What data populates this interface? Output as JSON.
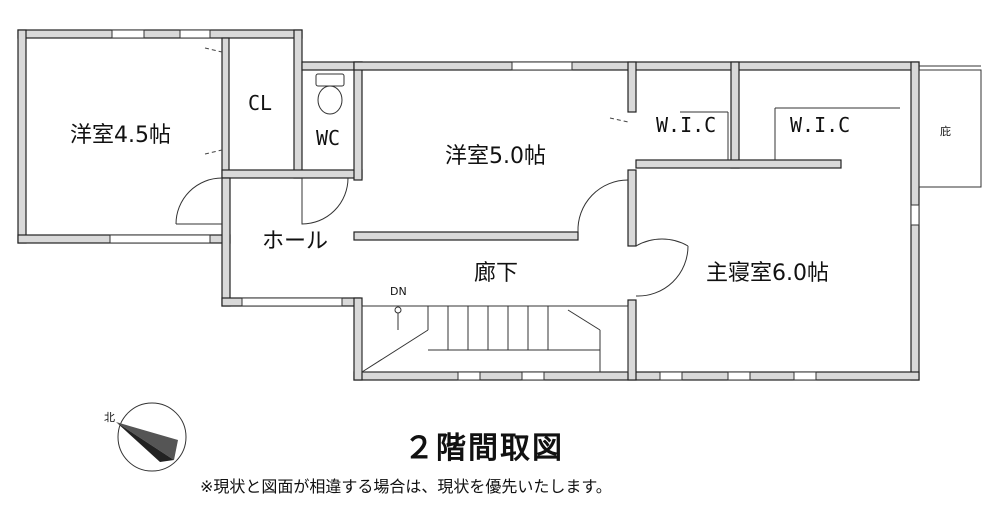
{
  "rooms": {
    "western_room_a": "洋室4.5帖",
    "closet": "CL",
    "toilet": "WC",
    "western_room_b": "洋室5.0帖",
    "wic_left": "W.I.C",
    "wic_right": "W.I.C",
    "eaves": "庇",
    "hall": "ホール",
    "corridor": "廊下",
    "master_bedroom": "主寝室6.0帖"
  },
  "stair": {
    "down_label": "DN"
  },
  "compass": {
    "north_label": "北"
  },
  "title": "２階間取図",
  "note": "※現状と図面が相違する場合は、現状を優先いたします。"
}
